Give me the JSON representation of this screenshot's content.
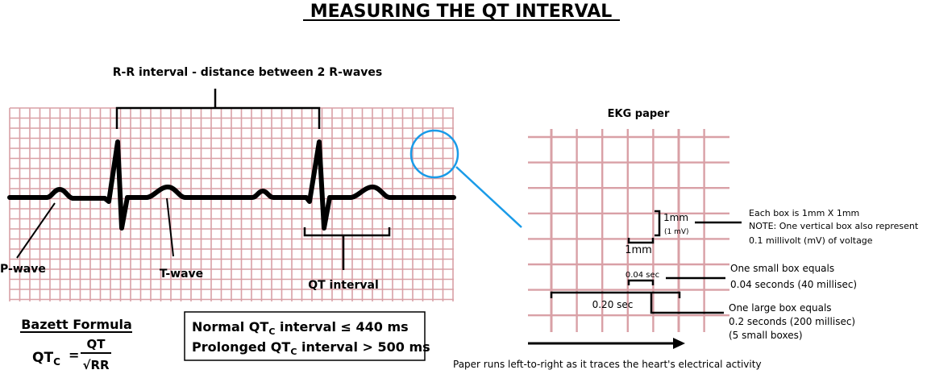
{
  "title": "MEASURING THE QT INTERVAL",
  "rr_label": "R-R interval - distance between 2 R-waves",
  "labels": {
    "p_wave": "P-wave",
    "t_wave": "T-wave",
    "qt_interval": "QT interval"
  },
  "ekg_paper": {
    "title": "EKG paper",
    "box_height": "1mm",
    "box_height_mv": "(1 mV)",
    "box_width": "1mm",
    "small_box_time": "0.04 sec",
    "large_box_time": "0.20 sec",
    "note_box_line1": "Each box is 1mm X 1mm",
    "note_box_line2": "NOTE: One vertical box also represent",
    "note_box_line3": "0.1 millivolt (mV) of voltage",
    "note_small_line1": "One small box equals",
    "note_small_line2": "0.04 seconds (40 millisec)",
    "note_large_line1": "One large box equals",
    "note_large_line2": "0.2 seconds (200 millisec)",
    "note_large_line3": "(5 small boxes)",
    "paper_direction": "Paper runs left-to-right as it traces the heart's electrical activity"
  },
  "bazett": {
    "title": "Bazett Formula",
    "lhs": "QT",
    "lhs_sub": "C",
    "equals": "=",
    "numerator": "QT",
    "denominator": "√RR"
  },
  "normal_values": {
    "normal_prefix": "Normal QT",
    "normal_sub": "C",
    "normal_suffix": " interval ≤ 440 ms",
    "prolonged_prefix": "Prolonged QT",
    "prolonged_sub": "C",
    "prolonged_suffix": " interval > 500 ms"
  },
  "colors": {
    "grid": "#d9a0a6",
    "trace": "#000000",
    "magnifier": "#1a9be8"
  }
}
